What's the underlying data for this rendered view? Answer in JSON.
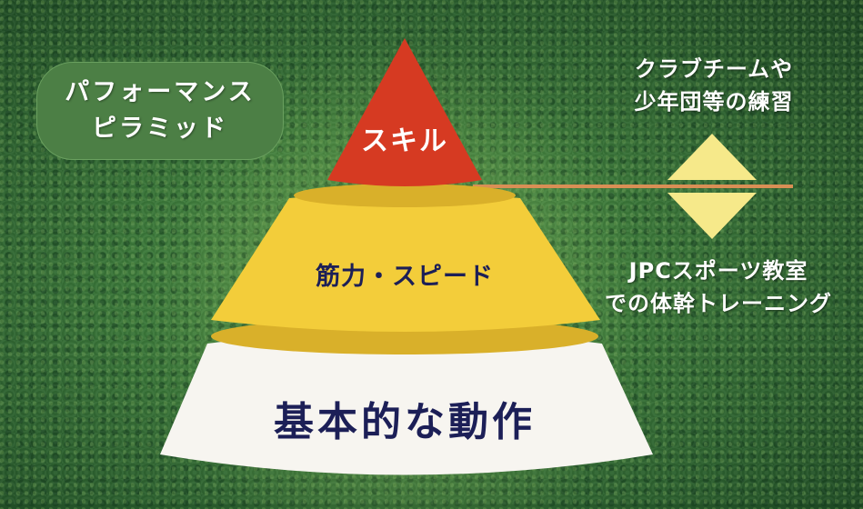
{
  "title_box": {
    "line1": "パフォーマンス",
    "line2": "ピラミッド"
  },
  "pyramid": {
    "tiers": [
      {
        "label": "スキル",
        "color": "#d63a22"
      },
      {
        "label": "筋力・スピード",
        "color": "#f3cd3a"
      },
      {
        "label": "基本的な動作",
        "color": "#f7f5f0"
      }
    ]
  },
  "side_labels": {
    "top": {
      "line1": "クラブチームや",
      "line2": "少年団等の練習"
    },
    "bottom": {
      "line1": "JPCスポーツ教室",
      "line2": "での体幹トレーニング"
    }
  },
  "colors": {
    "divider_line": "#d98f55",
    "arrow": "#f6e98a",
    "title_box": "#4c7f45",
    "text_dark": "#1c1f57"
  }
}
